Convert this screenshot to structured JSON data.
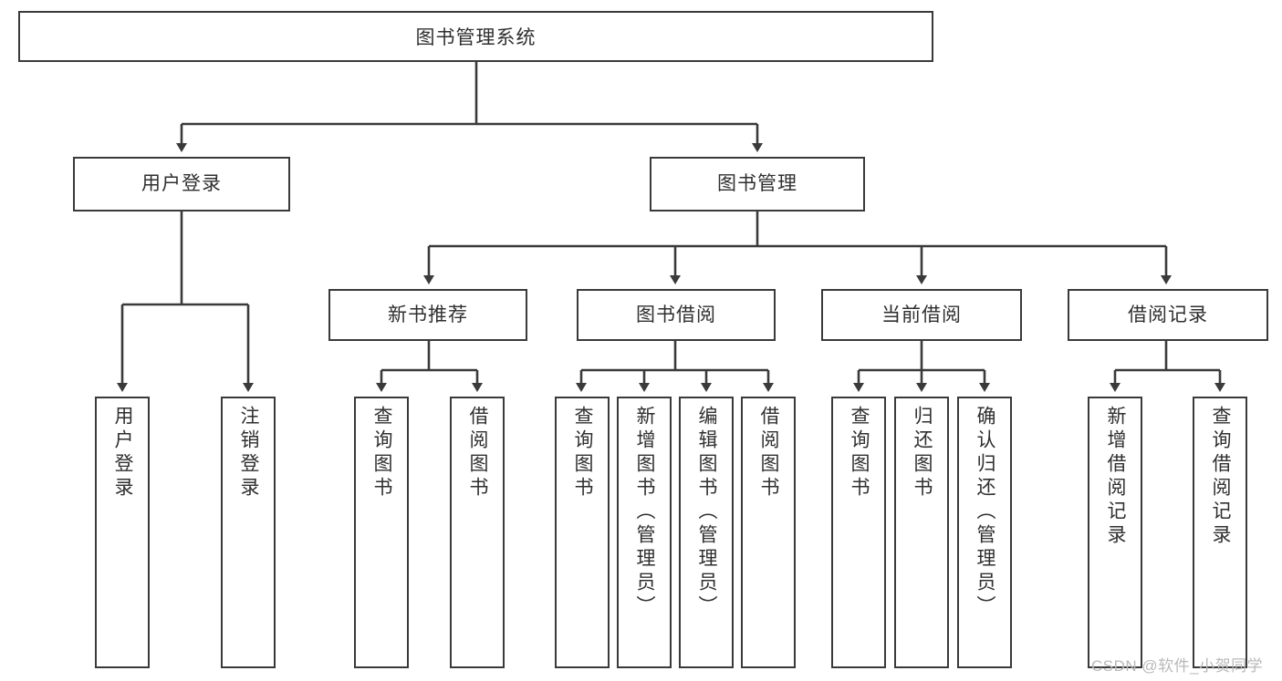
{
  "diagram": {
    "type": "tree",
    "title": "图书管理系统",
    "theme": {
      "background": "#ffffff",
      "node_border": "#3a3a3a",
      "node_fill": "#ffffff",
      "text_color": "#2f2f2f",
      "edge_color": "#3a3a3a",
      "watermark_color": "#b9b9b9"
    },
    "root": {
      "label": "图书管理系统",
      "children": [
        {
          "label": "用户登录",
          "children": [
            {
              "label": "用户登录"
            },
            {
              "label": "注销登录"
            }
          ]
        },
        {
          "label": "图书管理",
          "children": [
            {
              "label": "新书推荐",
              "children": [
                {
                  "label": "查询图书"
                },
                {
                  "label": "借阅图书"
                }
              ]
            },
            {
              "label": "图书借阅",
              "children": [
                {
                  "label": "查询图书"
                },
                {
                  "label": "新增图书（管理员）"
                },
                {
                  "label": "编辑图书（管理员）"
                },
                {
                  "label": "借阅图书"
                }
              ]
            },
            {
              "label": "当前借阅",
              "children": [
                {
                  "label": "查询图书"
                },
                {
                  "label": "归还图书"
                },
                {
                  "label": "确认归还（管理员）"
                }
              ]
            },
            {
              "label": "借阅记录",
              "children": [
                {
                  "label": "新增借阅记录"
                },
                {
                  "label": "查询借阅记录"
                }
              ]
            }
          ]
        }
      ]
    },
    "nodes": {
      "title": "图书管理系统",
      "l1_user_login": "用户登录",
      "l1_book_manage": "图书管理",
      "l2_new_book": "新书推荐",
      "l2_borrow": "图书借阅",
      "l2_current": "当前借阅",
      "l2_record": "借阅记录",
      "leaf_user_login": "用户登录",
      "leaf_logout": "注销登录",
      "leaf_nb_query": "查询图书",
      "leaf_nb_borrow": "借阅图书",
      "leaf_br_query": "查询图书",
      "leaf_br_add": "新增图书（管理员）",
      "leaf_br_edit": "编辑图书（管理员）",
      "leaf_br_borrow": "借阅图书",
      "leaf_cu_query": "查询图书",
      "leaf_cu_return": "归还图书",
      "leaf_cu_confirm": "确认归还（管理员）",
      "leaf_rc_add": "新增借阅记录",
      "leaf_rc_query": "查询借阅记录"
    }
  },
  "watermark": {
    "text": "CSDN @软件_小贺同学"
  }
}
